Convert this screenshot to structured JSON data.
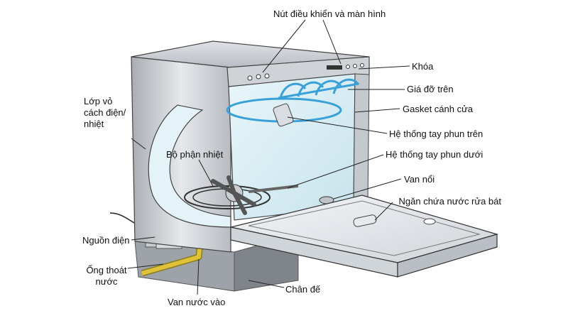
{
  "labels": {
    "controls": "Nút điều khiển và màn hình",
    "lock": "Khóa",
    "upper_rack": "Giá đỡ trên",
    "door_gasket": "Gasket cánh cửa",
    "upper_spray_arm": "Hệ thống tay phun trên",
    "lower_spray_arm": "Hệ thống tay phun dưới",
    "float_valve": "Van nổi",
    "detergent_compartment": "Ngăn chứa nước rửa bát",
    "base": "Chân đế",
    "water_inlet": "Van nước vào",
    "drain_hose": "Ống thoát nước",
    "power": "Nguồn điện",
    "heating_element": "Bộ phận nhiệt",
    "insulation": "Lớp vỏ cách điện/ nhiệt"
  },
  "colors": {
    "cabinet": "#c9ccd1",
    "interior": "#d9eef4",
    "rack": "#3aa0d8",
    "drain_pipe": "#e0c23a",
    "line": "#222222"
  }
}
